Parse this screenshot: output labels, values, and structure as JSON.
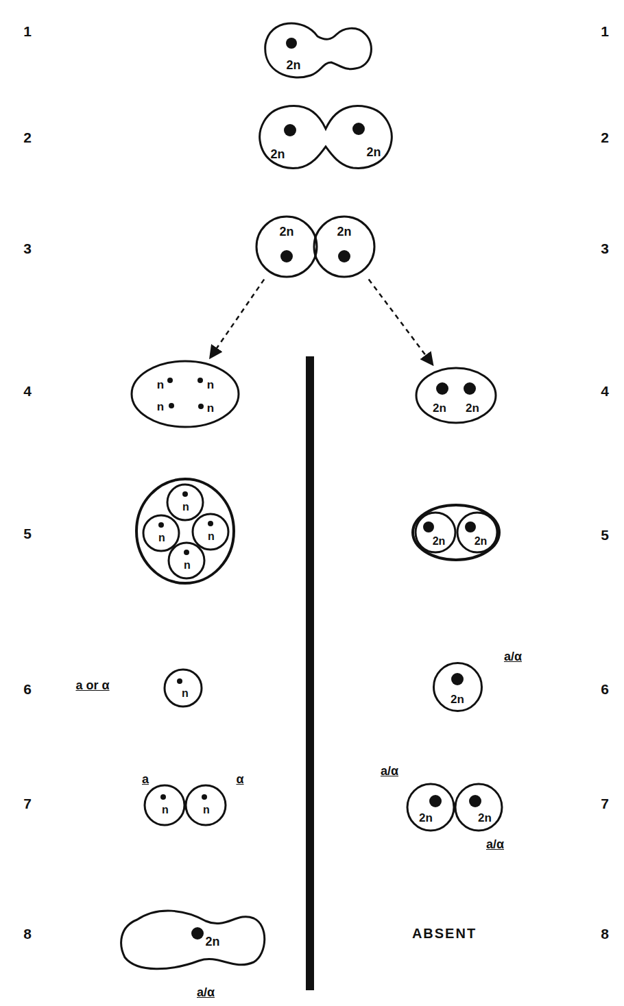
{
  "diagram": {
    "nodes": [
      {
        "text": [
          "2n"
        ]
      },
      {
        "text": [
          "2n",
          "2n"
        ]
      },
      {
        "text": [
          "2n"
        ]
      },
      {
        "text": [
          "2n"
        ]
      },
      {
        "text": [
          "n",
          "n",
          "n",
          "n"
        ]
      },
      {
        "text": [
          "2n",
          "2n"
        ]
      },
      {
        "text": []
      },
      {
        "text": [
          "n"
        ],
        "in": 6
      },
      {
        "text": [
          "n"
        ],
        "in": 6
      },
      {
        "text": [
          "n"
        ],
        "in": 6
      },
      {
        "text": [
          "n"
        ],
        "in": 6
      },
      {
        "text": []
      },
      {
        "text": [
          "2n"
        ],
        "in": 11
      },
      {
        "text": [
          "2n"
        ],
        "in": 11
      },
      {
        "text": [
          "n"
        ]
      },
      {
        "text": [
          "2n"
        ]
      },
      {
        "text": [
          "n"
        ]
      },
      {
        "text": [
          "n"
        ]
      },
      {
        "text": [
          "2n"
        ]
      },
      {
        "text": [
          "2n"
        ]
      },
      {
        "text": [
          "2n"
        ]
      }
    ],
    "edges": [
      {
        "from": 2,
        "to": 4,
        "arrow": "to"
      },
      {
        "from": 3,
        "to": 5,
        "arrow": "to"
      }
    ],
    "labels": [
      "1",
      "1",
      "2",
      "2",
      "3",
      "3",
      "4",
      "4",
      "5",
      "5",
      "6",
      "6",
      "7",
      "7",
      "8",
      "8",
      "a or α",
      "a/α",
      "a",
      "α",
      "a/α",
      "a/α",
      "a/α",
      "ABSENT"
    ]
  }
}
